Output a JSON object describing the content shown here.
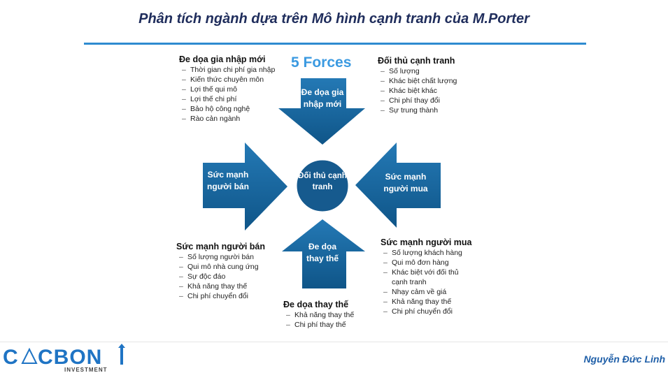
{
  "title": "Phân tích ngành dựa trên Mô hình cạnh tranh của M.Porter",
  "heading": "5 Forces",
  "center": "Đối thủ cạnh tranh",
  "arrows": {
    "top": "Đe dọa gia nhập mới",
    "left": "Sức mạnh người bán",
    "right": "Sức mạnh người mua",
    "bottom": "Đe dọa thay thế"
  },
  "boxes": {
    "new_entrants": {
      "title": "Đe dọa gia nhập mới",
      "items": [
        "Thời gian chi phí gia nhập",
        "Kiến thức chuyên môn",
        "Lợi thế qui mô",
        "Lợi thế chi phí",
        "Bảo hộ công nghệ",
        "Rào cản ngành"
      ]
    },
    "rivals": {
      "title": "Đối thủ cạnh tranh",
      "items": [
        "Số lượng",
        "Khác biệt chất lượng",
        "Khác biệt khác",
        "Chi phí thay đổi",
        "Sự trung thành"
      ]
    },
    "suppliers": {
      "title": "Sức mạnh người bán",
      "items": [
        "Số lượng người bán",
        "Qui mô nhà cung ứng",
        "Sự độc đáo",
        "Khả năng thay thế",
        "Chi phí chuyển đổi"
      ]
    },
    "buyers": {
      "title": "Sức mạnh người mua",
      "items": [
        "Số lượng khách hàng",
        "Qui mô đơn hàng",
        "Khác biệt với đối thủ cạnh tranh",
        "Nhạy cảm về giá",
        "Khả năng thay thế",
        "Chi phí chuyển đổi"
      ]
    },
    "substitutes": {
      "title": "Đe dọa thay thế",
      "items": [
        "Khả năng thay thế",
        "Chi phí thay thế"
      ]
    }
  },
  "logo": {
    "name": "CACBON",
    "sub": "INVESTMENT"
  },
  "author": "Nguyễn Đức Linh",
  "colors": {
    "arrow": "#1b6aa3",
    "title": "#1f2d5c",
    "accent": "#2e8bd0"
  }
}
